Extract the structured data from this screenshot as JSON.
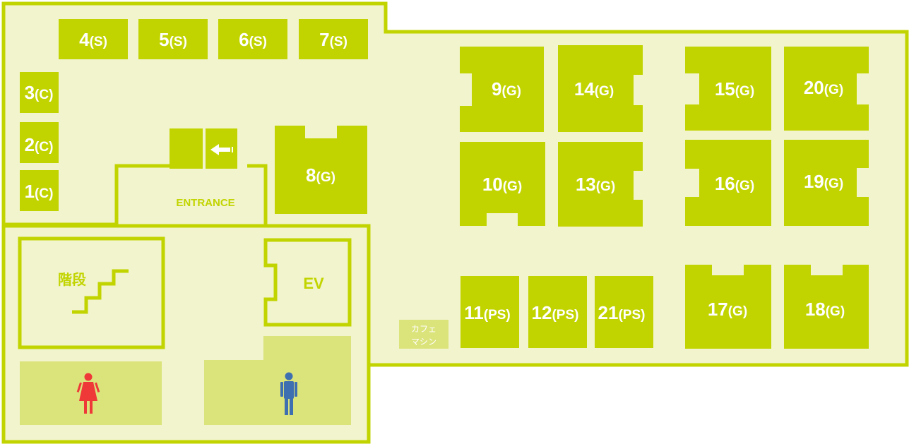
{
  "colors": {
    "floor": "#f1f4cc",
    "wall": "#c2d400",
    "booth": "#c2d400",
    "restroom": "#dbe37b",
    "booth_text": "#ffffff",
    "women_icon": "#ef3838",
    "men_icon": "#3e6fb0"
  },
  "labels": {
    "entrance": "ENTRANCE",
    "stairs": "階段",
    "elevator": "EV",
    "cafe_line1": "カフェ",
    "cafe_line2": "マシン"
  },
  "icons": {
    "entrance_arrow": "arrow-left-icon",
    "women": "women-restroom-icon",
    "men": "men-restroom-icon",
    "stairs": "stairs-icon"
  },
  "booths": [
    {
      "num": "1",
      "suffix": "(C)"
    },
    {
      "num": "2",
      "suffix": "(C)"
    },
    {
      "num": "3",
      "suffix": "(C)"
    },
    {
      "num": "4",
      "suffix": "(S)"
    },
    {
      "num": "5",
      "suffix": "(S)"
    },
    {
      "num": "6",
      "suffix": "(S)"
    },
    {
      "num": "7",
      "suffix": "(S)"
    },
    {
      "num": "8",
      "suffix": "(G)"
    },
    {
      "num": "9",
      "suffix": "(G)"
    },
    {
      "num": "10",
      "suffix": "(G)"
    },
    {
      "num": "11",
      "suffix": "(PS)"
    },
    {
      "num": "12",
      "suffix": "(PS)"
    },
    {
      "num": "13",
      "suffix": "(G)"
    },
    {
      "num": "14",
      "suffix": "(G)"
    },
    {
      "num": "15",
      "suffix": "(G)"
    },
    {
      "num": "16",
      "suffix": "(G)"
    },
    {
      "num": "17",
      "suffix": "(G)"
    },
    {
      "num": "18",
      "suffix": "(G)"
    },
    {
      "num": "19",
      "suffix": "(G)"
    },
    {
      "num": "20",
      "suffix": "(G)"
    },
    {
      "num": "21",
      "suffix": "(PS)"
    }
  ]
}
